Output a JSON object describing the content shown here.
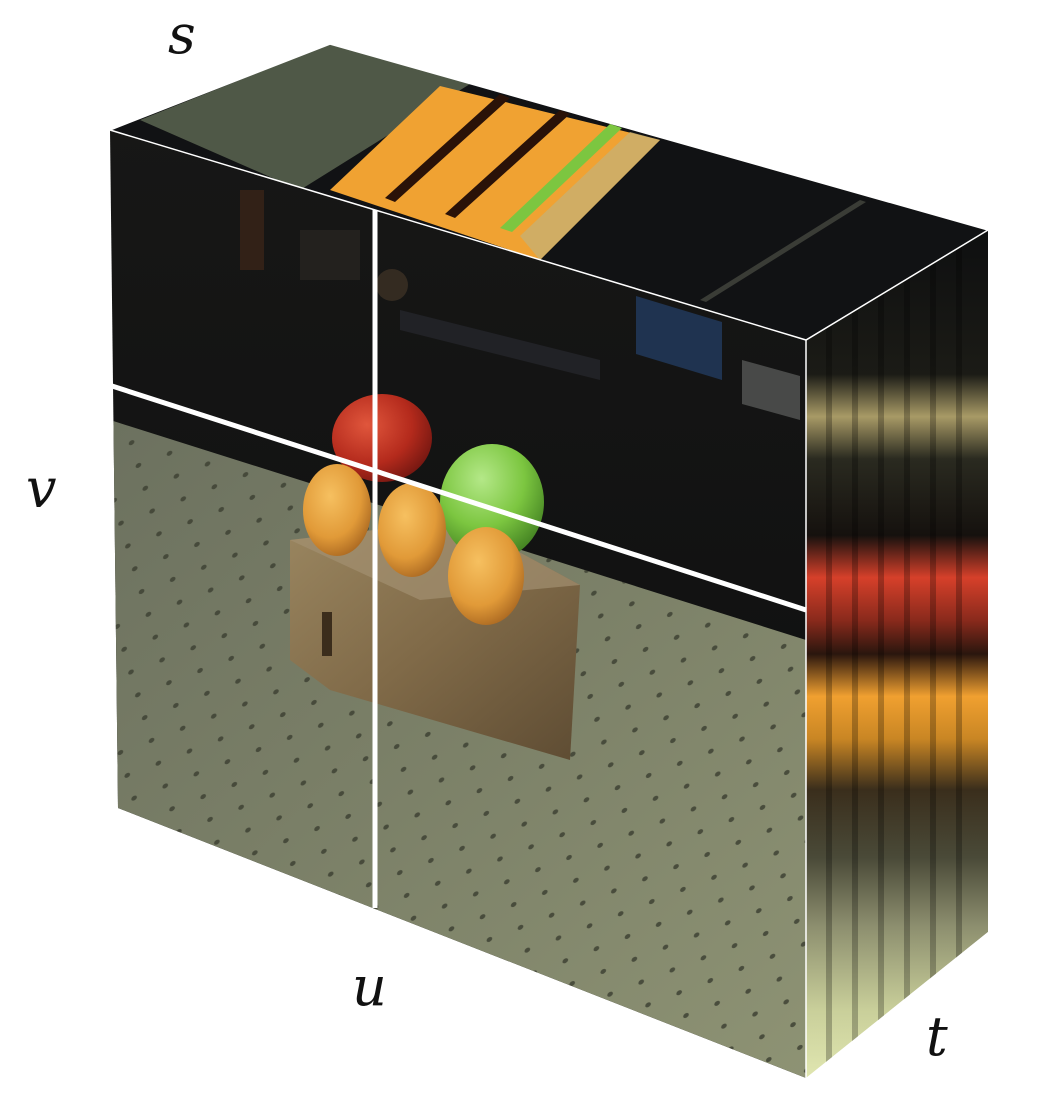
{
  "axes": {
    "s": "s",
    "v": "v",
    "u": "u",
    "t": "t"
  },
  "colors": {
    "edge": "#ffffff",
    "slice_line": "#ffffff",
    "table": "#6f745f",
    "background_dark": "#141413",
    "pepper": "#b4281c",
    "apple": "#7cc640",
    "orange": "#e8a040",
    "wood_block": "#8a7552"
  },
  "scene": {
    "objects": [
      "red-pepper",
      "green-apple",
      "orange-fruit",
      "orange-fruit",
      "orange-fruit",
      "wooden-block",
      "optical-table"
    ]
  }
}
